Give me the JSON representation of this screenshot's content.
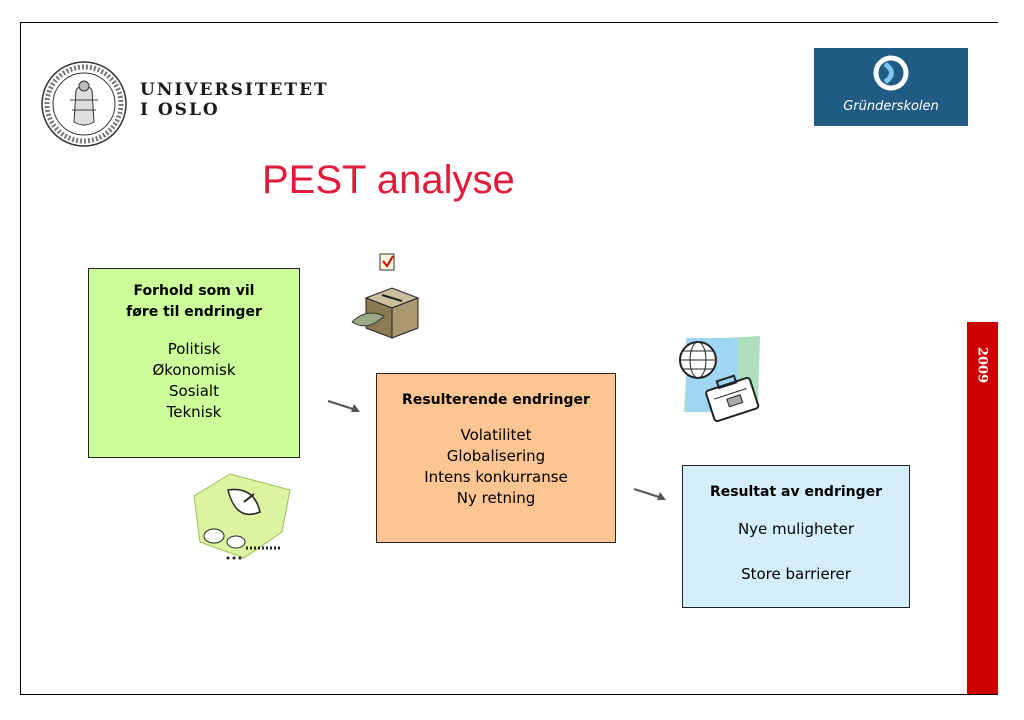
{
  "header": {
    "university_line1": "UNIVERSITETET",
    "university_line2": "I OSLO",
    "logo_text": "Gründerskolen",
    "title": "PEST analyse"
  },
  "boxes": {
    "forhold": {
      "heading_line1": "Forhold som vil",
      "heading_line2": "føre til endringer",
      "items": [
        "Politisk",
        "Økonomisk",
        "Sosialt",
        "Teknisk"
      ]
    },
    "resulterende": {
      "heading": "Resulterende endringer",
      "items": [
        "Volatilitet",
        "Globalisering",
        "Intens konkurranse",
        "Ny retning"
      ]
    },
    "resultat": {
      "heading": "Resultat av endringer",
      "items": [
        "Nye muligheter",
        "Store barrierer"
      ]
    }
  },
  "sidebar": {
    "year": "2009"
  },
  "colors": {
    "title": "#e31b3a",
    "forhold_bg": "#ccff99",
    "resulterende_bg": "#fdc591",
    "resultat_bg": "#d4eefc",
    "logo_bg": "#1f5b83",
    "year_bar": "#cc0000"
  },
  "icons": [
    "university-seal-icon",
    "gronderskolen-logo-icon",
    "ballot-box-icon",
    "satellite-dish-icon",
    "globe-briefcase-icon",
    "arrow-icon"
  ]
}
